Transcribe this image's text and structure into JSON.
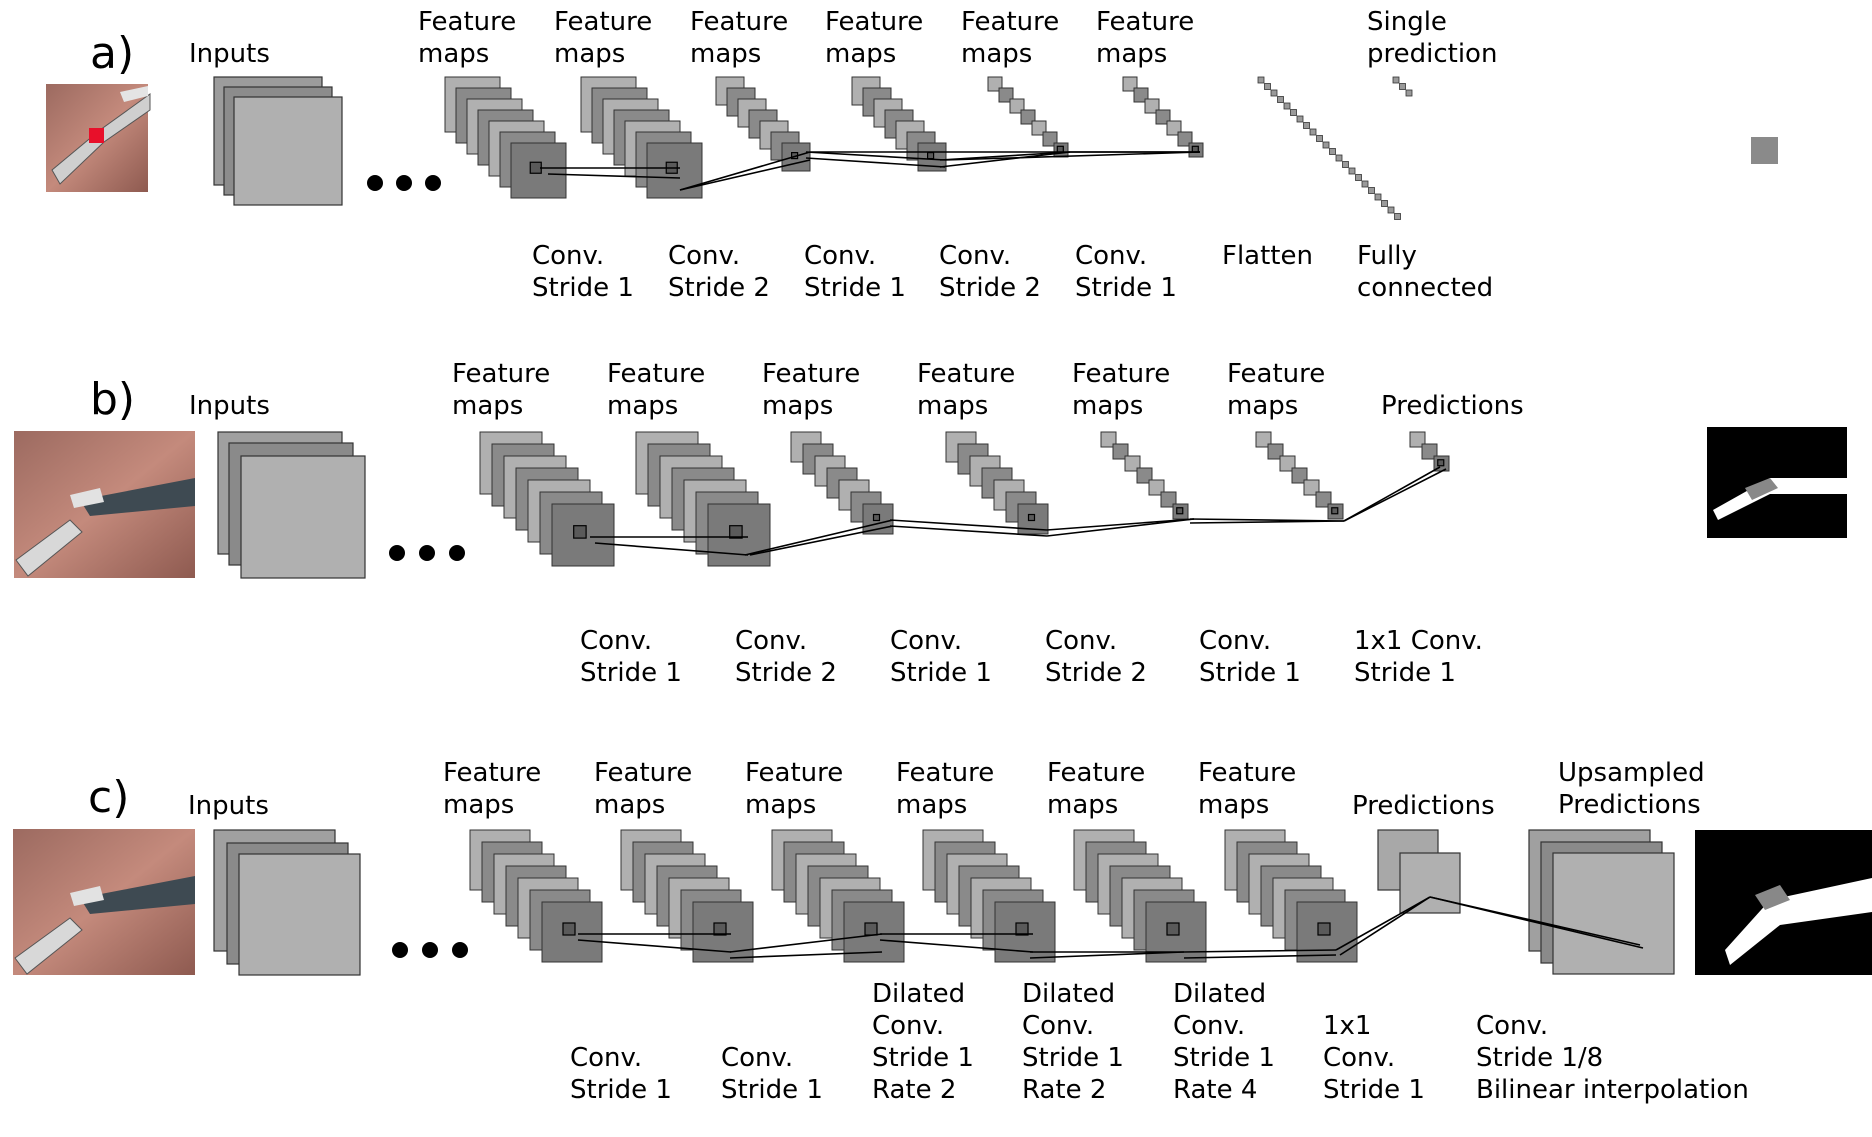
{
  "panels": [
    {
      "label": "a)",
      "inputs_label": "Inputs",
      "feature_map_label": [
        "Feature",
        "maps"
      ],
      "op_labels": [
        [
          "Conv.",
          "Stride 1"
        ],
        [
          "Conv.",
          "Stride 2"
        ],
        [
          "Conv.",
          "Stride 1"
        ],
        [
          "Conv.",
          "Stride 2"
        ],
        [
          "Conv.",
          "Stride 1"
        ],
        [
          "Flatten"
        ],
        [
          "Fully",
          "connected"
        ]
      ],
      "output_label": [
        "Single",
        "prediction"
      ]
    },
    {
      "label": "b)",
      "inputs_label": "Inputs",
      "feature_map_label": [
        "Feature",
        "maps"
      ],
      "op_labels": [
        [
          "Conv.",
          "Stride 1"
        ],
        [
          "Conv.",
          "Stride 2"
        ],
        [
          "Conv.",
          "Stride 1"
        ],
        [
          "Conv.",
          "Stride 2"
        ],
        [
          "Conv.",
          "Stride 1"
        ],
        [
          "1x1 Conv.",
          "Stride 1"
        ]
      ],
      "output_label": [
        "Predictions"
      ]
    },
    {
      "label": "c)",
      "inputs_label": "Inputs",
      "feature_map_label": [
        "Feature",
        "maps"
      ],
      "op_labels": [
        [
          "Conv.",
          "Stride 1"
        ],
        [
          "Conv.",
          "Stride 1"
        ],
        [
          "Dilated",
          "Conv.",
          "Stride 1",
          "Rate 2"
        ],
        [
          "Dilated",
          "Conv.",
          "Stride 1",
          "Rate 2"
        ],
        [
          "Dilated",
          "Conv.",
          "Stride 1",
          "Rate 4"
        ],
        [
          "1x1",
          "Conv.",
          "Stride 1"
        ],
        [
          "Conv.",
          "Stride 1/8",
          "Bilinear interpolation"
        ]
      ],
      "output_label": [
        "Predictions"
      ],
      "upsampled_label": [
        "Upsampled",
        "Predictions"
      ]
    }
  ],
  "colors": {
    "light_map": "#b0b0b0",
    "mid_map": "#8a8a8a",
    "dark_map": "#7a7a7a",
    "marker_red": "#e8102a",
    "tissue": "#b07868"
  }
}
